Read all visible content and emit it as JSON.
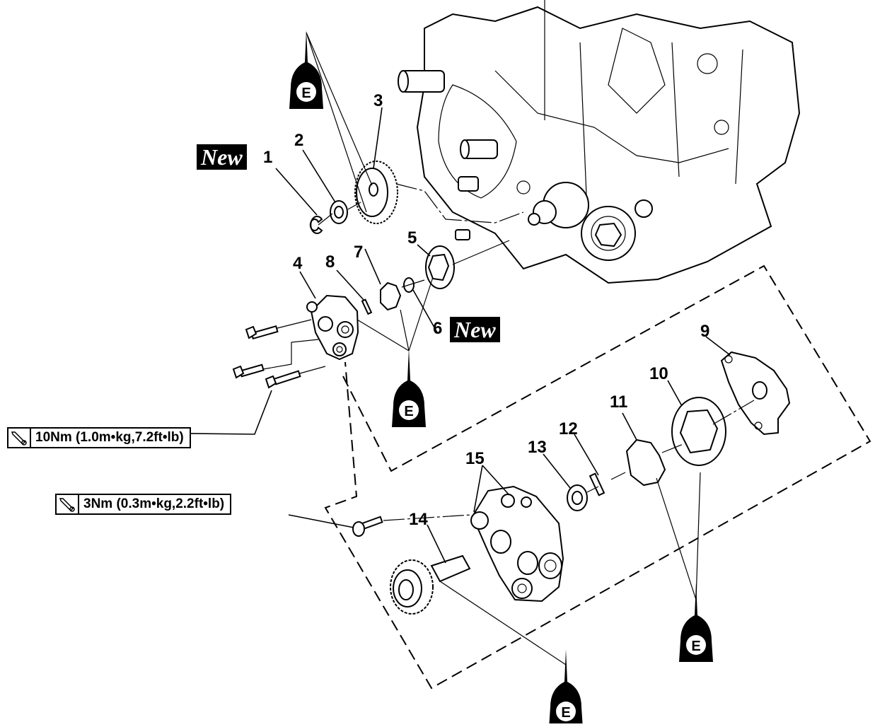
{
  "callouts": [
    {
      "num": "1"
    },
    {
      "num": "2"
    },
    {
      "num": "3"
    },
    {
      "num": "4"
    },
    {
      "num": "5"
    },
    {
      "num": "6"
    },
    {
      "num": "7"
    },
    {
      "num": "8"
    },
    {
      "num": "9"
    },
    {
      "num": "10"
    },
    {
      "num": "11"
    },
    {
      "num": "12"
    },
    {
      "num": "13"
    },
    {
      "num": "14"
    },
    {
      "num": "15"
    }
  ],
  "new_badge": "New",
  "oil_symbol_letter": "E",
  "torque_specs": [
    {
      "text": "10Nm (1.0m•kg,7.2ft•lb)",
      "icon": "torque-wrench-icon"
    },
    {
      "text": "3Nm (0.3m•kg,2.2ft•lb)",
      "icon": "torque-wrench-icon"
    }
  ]
}
